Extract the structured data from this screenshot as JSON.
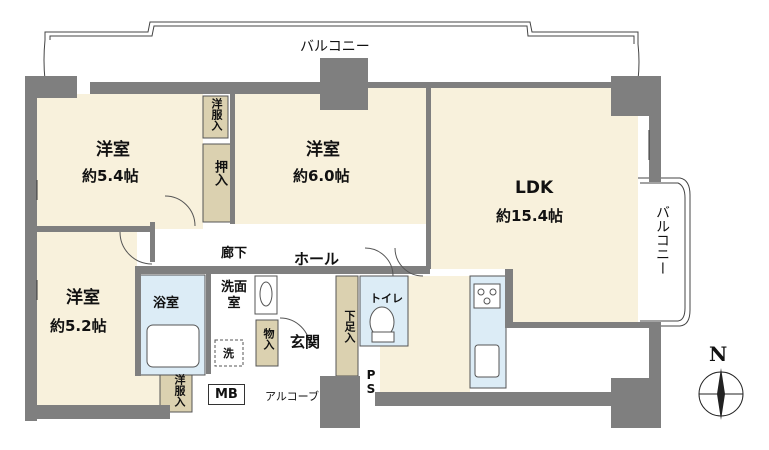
{
  "labels": {
    "balcony_top": "バルコニー",
    "balcony_right": "バルコニー",
    "room1_name": "洋室",
    "room1_size": "約5.4帖",
    "room2_name": "洋室",
    "room2_size": "約6.0帖",
    "room3_name": "洋室",
    "room3_size": "約5.2帖",
    "ldk_name": "LDK",
    "ldk_size": "約15.4帖",
    "closet_top": "洋服入",
    "oshiire": "押入",
    "corridor": "廊下",
    "hall": "ホール",
    "bath": "浴室",
    "washroom": "洗面室",
    "washer": "洗",
    "storage": "物入",
    "entrance": "玄関",
    "shoe_closet": "下足入",
    "toilet": "トイレ",
    "ps": "PS",
    "mb": "MB",
    "alcove": "アルコーブ",
    "closet_bottom": "洋服入",
    "north": "N"
  },
  "colors": {
    "room_fill": "#f8f1dc",
    "closet_fill": "#dbd1b0",
    "wall": "#7f7f7f",
    "kitchen_fill": "#dcecf6",
    "bath_fill": "#dcecf6",
    "floor_white": "#ffffff"
  }
}
